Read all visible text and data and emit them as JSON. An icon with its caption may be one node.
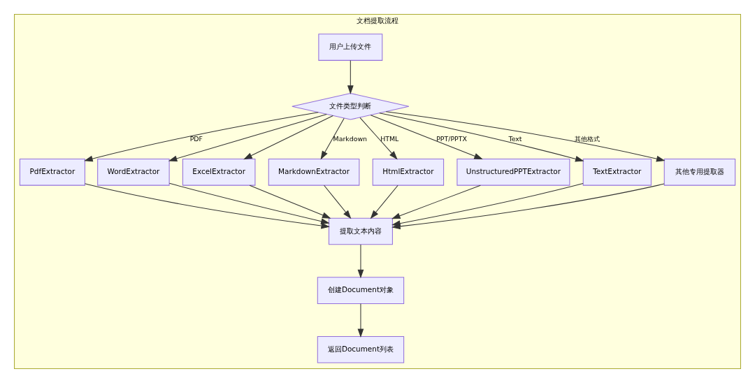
{
  "diagram": {
    "nodes": [
      {
        "text": [
          "文档提取流程"
        ]
      },
      {
        "text": [
          "用户上传文件"
        ],
        "in": 0
      },
      {
        "text": [
          "文件类型判断"
        ],
        "in": 0
      },
      {
        "text": [
          "PdfExtractor"
        ],
        "in": 0
      },
      {
        "text": [
          "WordExtractor"
        ],
        "in": 0
      },
      {
        "text": [
          "ExcelExtractor"
        ],
        "in": 0
      },
      {
        "text": [
          "MarkdownExtractor"
        ],
        "in": 0
      },
      {
        "text": [
          "HtmlExtractor"
        ],
        "in": 0
      },
      {
        "text": [
          "UnstructuredPPTExtractor"
        ],
        "in": 0
      },
      {
        "text": [
          "TextExtractor"
        ],
        "in": 0
      },
      {
        "text": [
          "其他专用提取器"
        ],
        "in": 0
      },
      {
        "text": [
          "提取文本内容"
        ],
        "in": 0
      },
      {
        "text": [
          "创建Document对象"
        ],
        "in": 0
      },
      {
        "text": [
          "返回Document列表"
        ],
        "in": 0
      }
    ],
    "edges": [
      {
        "from": 1,
        "to": 2,
        "arrow": "to"
      },
      {
        "from": 2,
        "to": 3,
        "arrow": "to",
        "label": "PDF"
      },
      {
        "from": 2,
        "to": 4,
        "arrow": "to"
      },
      {
        "from": 2,
        "to": 5,
        "arrow": "to"
      },
      {
        "from": 2,
        "to": 6,
        "arrow": "to",
        "label": "Markdown"
      },
      {
        "from": 2,
        "to": 7,
        "arrow": "to",
        "label": "HTML"
      },
      {
        "from": 2,
        "to": 8,
        "arrow": "to",
        "label": "PPT/PPTX"
      },
      {
        "from": 2,
        "to": 9,
        "arrow": "to",
        "label": "Text"
      },
      {
        "from": 2,
        "to": 10,
        "arrow": "to",
        "label": "其他格式"
      },
      {
        "from": 3,
        "to": 11,
        "arrow": "to"
      },
      {
        "from": 4,
        "to": 11,
        "arrow": "to"
      },
      {
        "from": 5,
        "to": 11,
        "arrow": "to"
      },
      {
        "from": 6,
        "to": 11,
        "arrow": "to"
      },
      {
        "from": 7,
        "to": 11,
        "arrow": "to"
      },
      {
        "from": 8,
        "to": 11,
        "arrow": "to"
      },
      {
        "from": 9,
        "to": 11,
        "arrow": "to"
      },
      {
        "from": 10,
        "to": 11,
        "arrow": "to"
      },
      {
        "from": 11,
        "to": 12,
        "arrow": "to"
      },
      {
        "from": 12,
        "to": 13,
        "arrow": "to"
      }
    ]
  }
}
